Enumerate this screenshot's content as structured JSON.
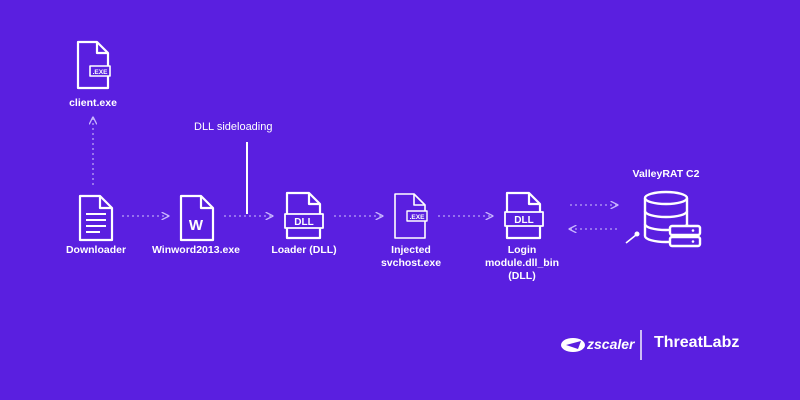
{
  "nodes": {
    "client": "client.exe",
    "downloader": "Downloader",
    "winword": "Winword2013.exe",
    "loader": "Loader (DLL)",
    "injected_line1": "Injected",
    "injected_line2": "svchost.exe",
    "login_line1": "Login",
    "login_line2": "module.dll_bin",
    "login_line3": "(DLL)",
    "c2": "ValleyRAT C2"
  },
  "annotation": {
    "sideloading": "DLL sideloading"
  },
  "icon_text": {
    "exe": ".EXE",
    "dll": "DLL",
    "word": "W"
  },
  "brand": {
    "zscaler": "zscaler",
    "threatlabz": "ThreatLabz"
  },
  "colors": {
    "background": "#5a1fe0",
    "foreground": "#ffffff",
    "edge": "#b9a2f5"
  }
}
